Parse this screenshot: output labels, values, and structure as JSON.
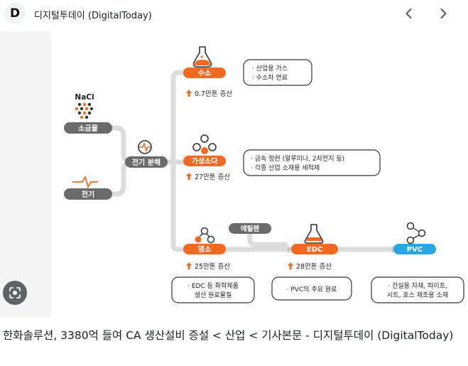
{
  "header": {
    "favicon_letter": "D",
    "site_name": "디지털투데이 (DigitalToday)"
  },
  "caption": {
    "title": "한화솔루션, 3380억 들여 CA 생산설비 증설 < 산업 < 기사본문 - 디지털투데이 (DigitalToday)"
  },
  "colors": {
    "accent_orange": "#f26a22",
    "accent_blue": "#29a7e1",
    "pill_gray": "#6b6b6b",
    "flow_line": "#d8d8d8"
  },
  "infographic": {
    "inputs": {
      "nacl_label": "NaCl",
      "salt_water": "소금물",
      "electricity": "전기",
      "electrolysis": "전기 분해"
    },
    "products": [
      {
        "name": "수소",
        "increase": "0.7만톤 증산",
        "uses": [
          "· 산업용 가스",
          "· 수소차 연료"
        ]
      },
      {
        "name": "가성소다",
        "increase": "27만톤 증산",
        "uses": [
          "· 금속 정련 (알루미나, 2차전지 등)",
          "· 각종 산업 소재용 세척제"
        ]
      },
      {
        "name": "염소",
        "increase": "25만톤 증산",
        "uses": [
          "· EDC 등 화학제품",
          "생산 원료물질"
        ]
      }
    ],
    "ethylene": "에틸렌",
    "edc": {
      "name": "EDC",
      "increase": "28만톤 증산",
      "uses": [
        "· PVC의 주요 원료"
      ]
    },
    "pvc": {
      "name": "PVC",
      "uses": [
        "· 건설용 자재, 파이프,",
        "시트, 호스 제조용 소재"
      ]
    }
  }
}
